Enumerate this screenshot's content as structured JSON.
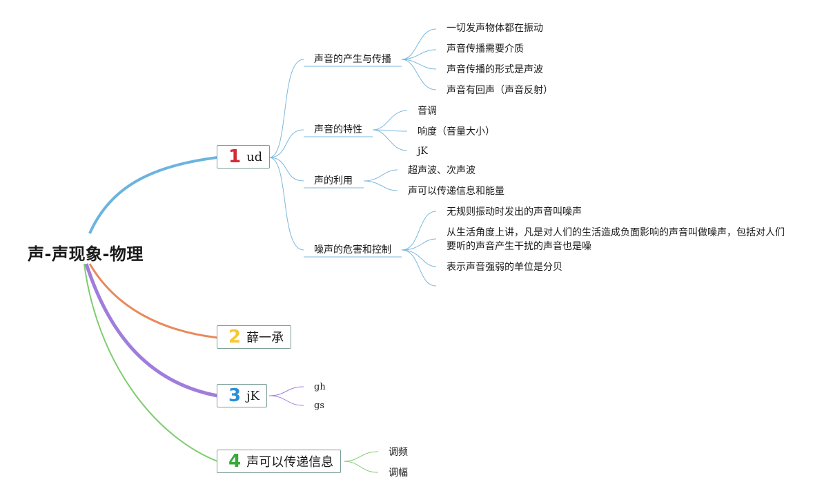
{
  "root": {
    "title": "声-声现象-物理"
  },
  "branches": [
    {
      "number": "1",
      "title": "ud",
      "color": "#5ba4d6",
      "subtopics": [
        {
          "title": "声音的产生与传播",
          "items": [
            "一切发声物体都在振动",
            "声音传播需要介质",
            "声音传播的形式是声波",
            "声音有回声（声音反射）"
          ]
        },
        {
          "title": "声音的特性",
          "items": [
            "音调",
            "响度（音量大小）",
            "jK"
          ]
        },
        {
          "title": "声的利用",
          "items": [
            "超声波、次声波",
            "声可以传递信息和能量"
          ]
        },
        {
          "title": "噪声的危害和控制",
          "items": [
            "无规则振动时发出的声音叫噪声",
            "从生活角度上讲，凡是对人们的生活造成负面影响的声音叫做噪声，包括对人们要听的声音产生干扰的声音也是噪",
            "表示声音强弱的单位是分贝"
          ]
        }
      ]
    },
    {
      "number": "2",
      "title": "薛一承",
      "color": "#e8895a",
      "subtopics": []
    },
    {
      "number": "3",
      "title": "jK",
      "color": "#a07ddb",
      "subtopics": [
        {
          "title": "gh"
        },
        {
          "title": "gs"
        }
      ]
    },
    {
      "number": "4",
      "title": "声可以传递信息",
      "color": "#7fcc70",
      "subtopics": [
        {
          "title": "调频"
        },
        {
          "title": "调幅"
        }
      ]
    }
  ],
  "colors": {
    "branch1": "#5ba4d6",
    "branch2": "#e8895a",
    "branch3": "#a07ddb",
    "branch4": "#7fcc70",
    "border": "#7a9e95"
  }
}
